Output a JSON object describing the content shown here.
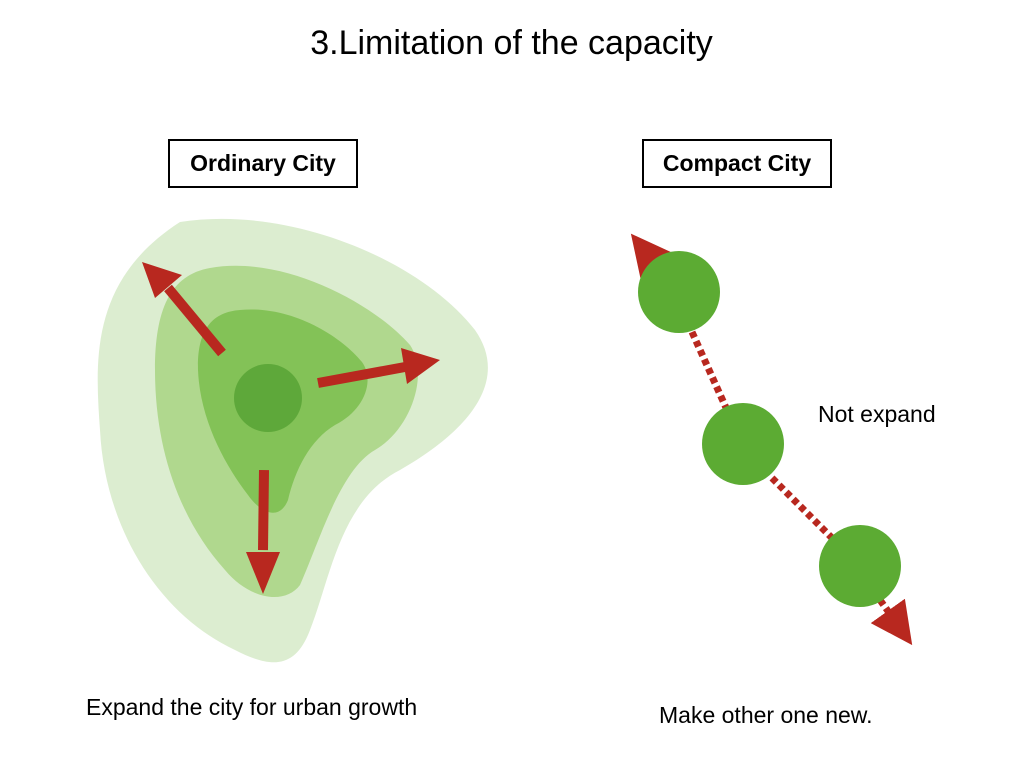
{
  "title": "3.Limitation of the capacity",
  "ordinary": {
    "label": "Ordinary City",
    "caption": "Expand the city for urban growth"
  },
  "compact": {
    "label": "Compact City",
    "caption": "Make other one new.",
    "annotation": "Not expand"
  },
  "colors": {
    "zone_outer": "#dcedd0",
    "zone_middle": "#b0d88e",
    "zone_inner": "#83c257",
    "core": "#5ea83a",
    "node": "#5cab33",
    "arrow": "#b8281f"
  }
}
